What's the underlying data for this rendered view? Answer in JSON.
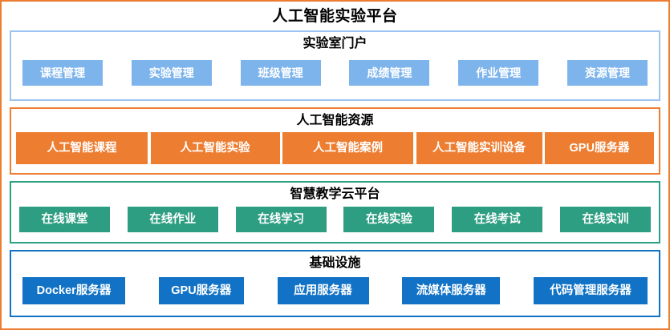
{
  "diagram": {
    "title": "人工智能实验平台",
    "colors": {
      "frame_border": "#ED7D31",
      "portal_border": "#9DC3F0",
      "portal_chip": "#7DB4EC",
      "resource_border": "#ED7D31",
      "resource_chip": "#ED7D31",
      "cloud_border": "#2BA083",
      "cloud_chip": "#2E9E82",
      "infra_border": "#1273C6",
      "infra_chip": "#1273C6",
      "title_text": "#000000",
      "chip_text": "#FFFFFF"
    }
  },
  "layers": [
    {
      "id": "portal",
      "title": "实验室门户",
      "items": [
        {
          "label": "课程管理"
        },
        {
          "label": "实验管理"
        },
        {
          "label": "班级管理"
        },
        {
          "label": "成绩管理"
        },
        {
          "label": "作业管理"
        },
        {
          "label": "资源管理"
        }
      ]
    },
    {
      "id": "resource",
      "title": "人工智能资源",
      "items": [
        {
          "label": "人工智能课程"
        },
        {
          "label": "人工智能实验"
        },
        {
          "label": "人工智能案例"
        },
        {
          "label": "人工智能实训设备"
        },
        {
          "label": "GPU服务器"
        }
      ]
    },
    {
      "id": "cloud",
      "title": "智慧教学云平台",
      "items": [
        {
          "label": "在线课堂"
        },
        {
          "label": "在线作业"
        },
        {
          "label": "在线学习"
        },
        {
          "label": "在线实验"
        },
        {
          "label": "在线考试"
        },
        {
          "label": "在线实训"
        }
      ]
    },
    {
      "id": "infra",
      "title": "基础设施",
      "items": [
        {
          "label": "Docker服务器"
        },
        {
          "label": "GPU服务器"
        },
        {
          "label": "应用服务器"
        },
        {
          "label": "流媒体服务器"
        },
        {
          "label": "代码管理服务器"
        }
      ]
    }
  ]
}
